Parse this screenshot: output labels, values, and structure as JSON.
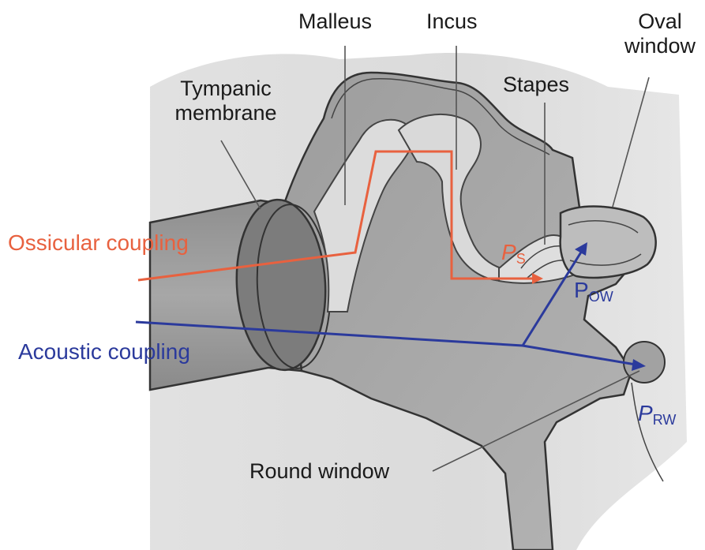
{
  "labels": {
    "malleus": "Malleus",
    "incus": "Incus",
    "oval_window_l1": "Oval",
    "oval_window_l2": "window",
    "tympanic_l1": "Tympanic",
    "tympanic_l2": "membrane",
    "stapes": "Stapes",
    "ossicular_coupling": "Ossicular coupling",
    "acoustic_coupling": "Acoustic coupling",
    "round_window": "Round window"
  },
  "pressures": {
    "ps_main": "P",
    "ps_sub": "S",
    "pow_main": "P",
    "pow_sub": "OW",
    "prw_main": "P",
    "prw_sub": "RW"
  },
  "colors": {
    "ossicular": "#e8613f",
    "acoustic": "#2b3a9c",
    "tissue": "#a9a9a9",
    "bone": "#d6d6d6",
    "outline": "#333333"
  }
}
